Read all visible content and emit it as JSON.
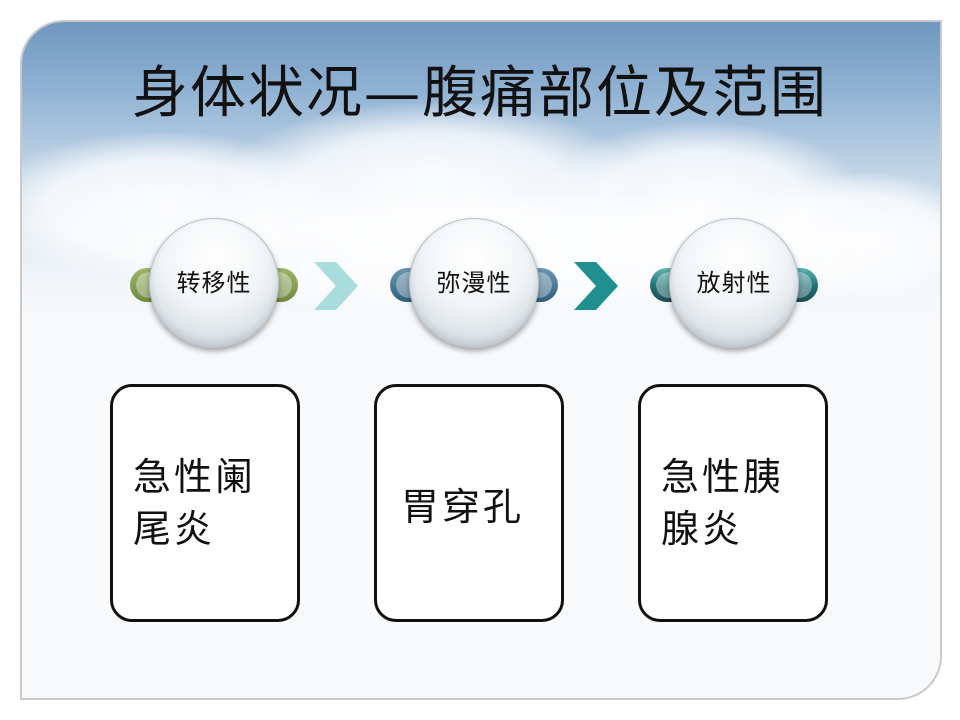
{
  "slide": {
    "title": "身体状况—腹痛部位及范围"
  },
  "process": {
    "steps": [
      {
        "label": "转移性",
        "accent": "#7d9a4e"
      },
      {
        "label": "弥漫性",
        "accent": "#3f6f8c"
      },
      {
        "label": "放射性",
        "accent": "#2d8a8a"
      }
    ],
    "arrow_colors": [
      "#a9dcdc",
      "#1f8f8f"
    ]
  },
  "cards": [
    {
      "line1": "急性阑",
      "line2": "尾炎"
    },
    {
      "line1": "胃穿孔",
      "line2": ""
    },
    {
      "line1": "急性胰",
      "line2": "腺炎"
    }
  ]
}
